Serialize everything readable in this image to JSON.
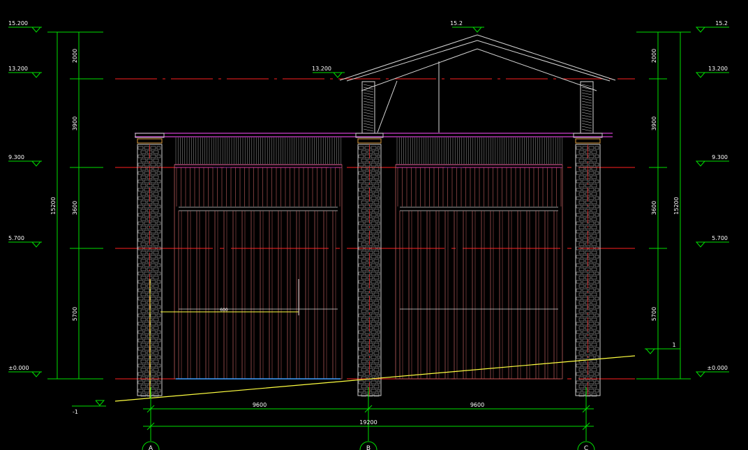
{
  "colors": {
    "background": "#000000",
    "dimension": "#00e000",
    "level_line": "#ff2020",
    "roof": "#d8d8d8",
    "pink": "#d040d0",
    "stone": "#c8c8c8",
    "timber": "#c06060",
    "ground": "#ffff40",
    "floor": "#40a0ff",
    "text": "#ffffff",
    "column": "#d0d0d0"
  },
  "levels": {
    "left": [
      "15.200",
      "13.200",
      "9.300",
      "5.700",
      "±0.000"
    ],
    "right": [
      "15.2",
      "13.200",
      "9.300",
      "5.700",
      "±0.000"
    ],
    "roof_top": "15.2",
    "eave": "13.200",
    "ground_left": "-1",
    "ground_right": "1"
  },
  "dims": {
    "left_segments": [
      "2000",
      "3900",
      "3600",
      "5700"
    ],
    "left_total": "15200",
    "right_segments": [
      "2000",
      "3900",
      "3600",
      "5700"
    ],
    "right_total": "15200",
    "bays": [
      "9600",
      "9600"
    ],
    "overall": "19200",
    "note": "600"
  },
  "axes": [
    "A",
    "B",
    "C"
  ]
}
